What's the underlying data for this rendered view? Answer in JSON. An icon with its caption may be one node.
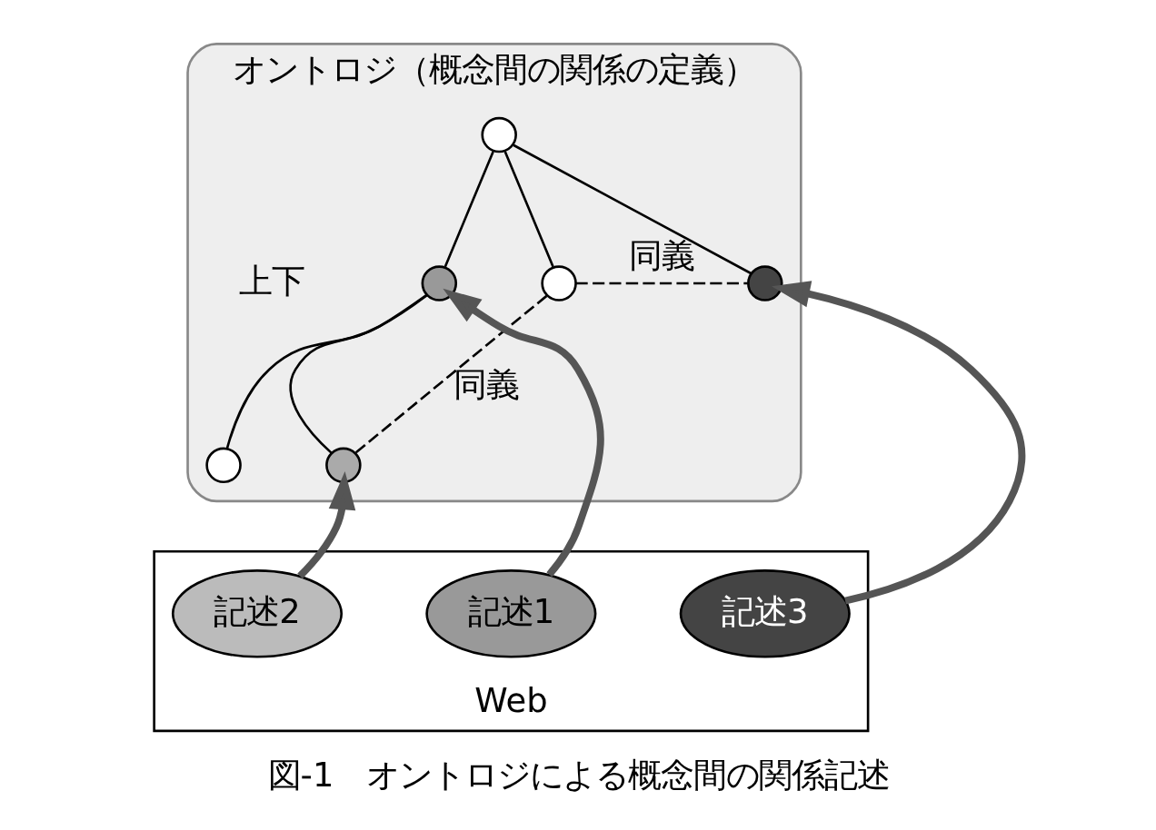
{
  "diagram": {
    "caption": "図-1　オントロジによる概念間の関係記述",
    "nodes": [
      {
        "text": [
          "オントロジ（概念間の関係の定義）"
        ]
      },
      {
        "text": [],
        "shape": "circle",
        "in": 0
      },
      {
        "text": [],
        "shape": "circle",
        "in": 0
      },
      {
        "text": [],
        "shape": "circle",
        "in": 0
      },
      {
        "text": [],
        "shape": "circle",
        "in": 0
      },
      {
        "text": [],
        "shape": "circle",
        "in": 0
      },
      {
        "text": [],
        "shape": "circle",
        "in": 0
      },
      {
        "text": [
          "Web"
        ]
      },
      {
        "text": [
          "記述1"
        ],
        "in": 7
      },
      {
        "text": [
          "記述2"
        ],
        "in": 7
      },
      {
        "text": [
          "記述3"
        ],
        "in": 7
      }
    ],
    "edges": [
      {
        "from": 1,
        "to": 2,
        "arrow": "none"
      },
      {
        "from": 1,
        "to": 3,
        "arrow": "none"
      },
      {
        "from": 1,
        "to": 4,
        "arrow": "none"
      },
      {
        "from": 2,
        "to": 5,
        "arrow": "none"
      },
      {
        "from": 2,
        "to": 6,
        "arrow": "none"
      },
      {
        "from": 3,
        "to": 4,
        "arrow": "none",
        "style": "dashed",
        "label": "同義"
      },
      {
        "from": 6,
        "to": 3,
        "arrow": "none",
        "style": "dashed",
        "label": "同義"
      },
      {
        "from": 8,
        "to": 2,
        "arrow": "to",
        "style": "thick",
        "color": "#555555"
      },
      {
        "from": 9,
        "to": 6,
        "arrow": "to",
        "style": "thick",
        "color": "#555555"
      },
      {
        "from": 10,
        "to": 4,
        "arrow": "to",
        "style": "thick",
        "color": "#555555"
      }
    ],
    "labels": [
      "上下"
    ]
  }
}
